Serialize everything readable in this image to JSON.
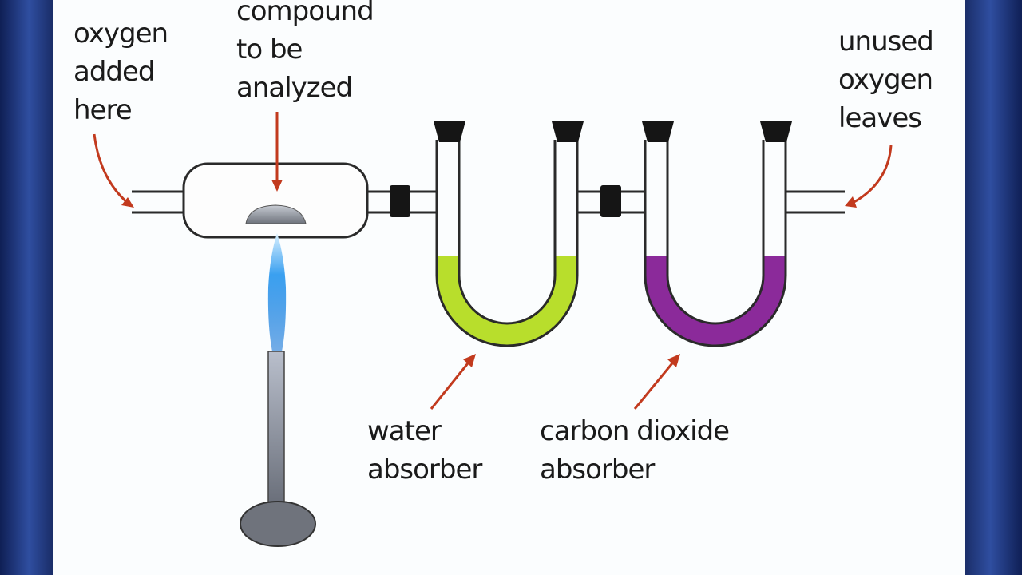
{
  "labels": {
    "oxygen_in": [
      "oxygen",
      "added",
      "here"
    ],
    "compound": [
      "compound",
      "to be",
      "analyzed"
    ],
    "oxygen_out": [
      "unused",
      "oxygen",
      "leaves"
    ],
    "water": [
      "water",
      "absorber"
    ],
    "co2": [
      "carbon dioxide",
      "absorber"
    ]
  },
  "colors": {
    "frame": "#1f3579",
    "arrow": "#c23a1e",
    "water_absorber": "#b8de2c",
    "co2_absorber": "#8b2a9a",
    "flame": "#3aa0f0",
    "stopper": "#151515"
  }
}
